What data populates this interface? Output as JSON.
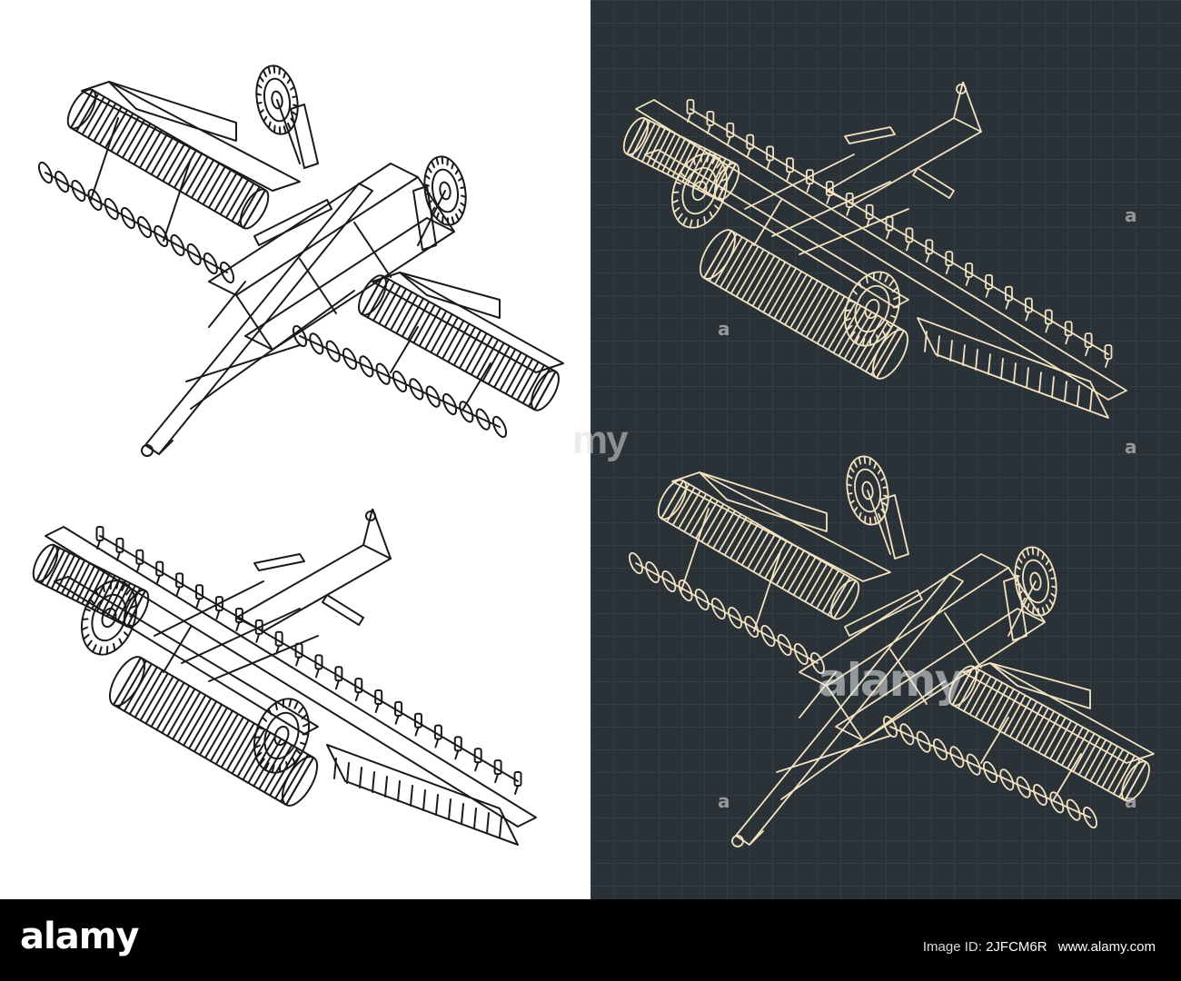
{
  "watermark": {
    "brand_text": "alamy",
    "mid_text": "my",
    "center_text": "alamy",
    "corner_glyph": "a"
  },
  "footer": {
    "logo_text": "alamy",
    "image_id_label": "Image ID:",
    "image_id": "2JFCM6R",
    "url": "www.alamy.com"
  },
  "palette": {
    "light_bg": "#ffffff",
    "light_line": "#1a1a1a",
    "dark_bg": "#2a3238",
    "dark_line": "#f3e3c2",
    "footer_bg": "#000000"
  },
  "views": [
    {
      "name": "harrow-front-isometric",
      "panel": "light",
      "icons": [
        "roller-icon",
        "wheel-icon",
        "disc-icon",
        "hitch-icon"
      ]
    },
    {
      "name": "harrow-rear-isometric",
      "panel": "light",
      "icons": [
        "roller-icon",
        "wheel-icon",
        "tine-icon",
        "hitch-icon"
      ]
    },
    {
      "name": "harrow-rear-isometric",
      "panel": "dark",
      "icons": [
        "roller-icon",
        "wheel-icon",
        "tine-icon",
        "hitch-icon"
      ]
    },
    {
      "name": "harrow-front-isometric",
      "panel": "dark",
      "icons": [
        "roller-icon",
        "wheel-icon",
        "disc-icon",
        "hitch-icon"
      ]
    }
  ]
}
